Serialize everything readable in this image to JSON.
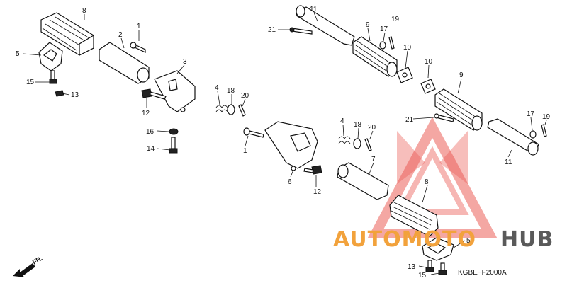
{
  "diagram": {
    "code": "KGBE−F2000A",
    "direction": "FR.",
    "watermark": {
      "part1": "AUTOMOTO",
      "part2": "HUB",
      "accent": "#f2a23c",
      "red": "#e8413a",
      "dark": "#5a5a5a"
    },
    "labels": [
      "8",
      "2",
      "1",
      "3",
      "5",
      "15",
      "13",
      "4",
      "18",
      "20",
      "12",
      "16",
      "14",
      "11",
      "21",
      "9",
      "17",
      "19",
      "10",
      "10",
      "9",
      "21",
      "17",
      "19",
      "11",
      "4",
      "18",
      "20",
      "1",
      "6",
      "12",
      "7",
      "8",
      "5",
      "13",
      "15"
    ]
  }
}
